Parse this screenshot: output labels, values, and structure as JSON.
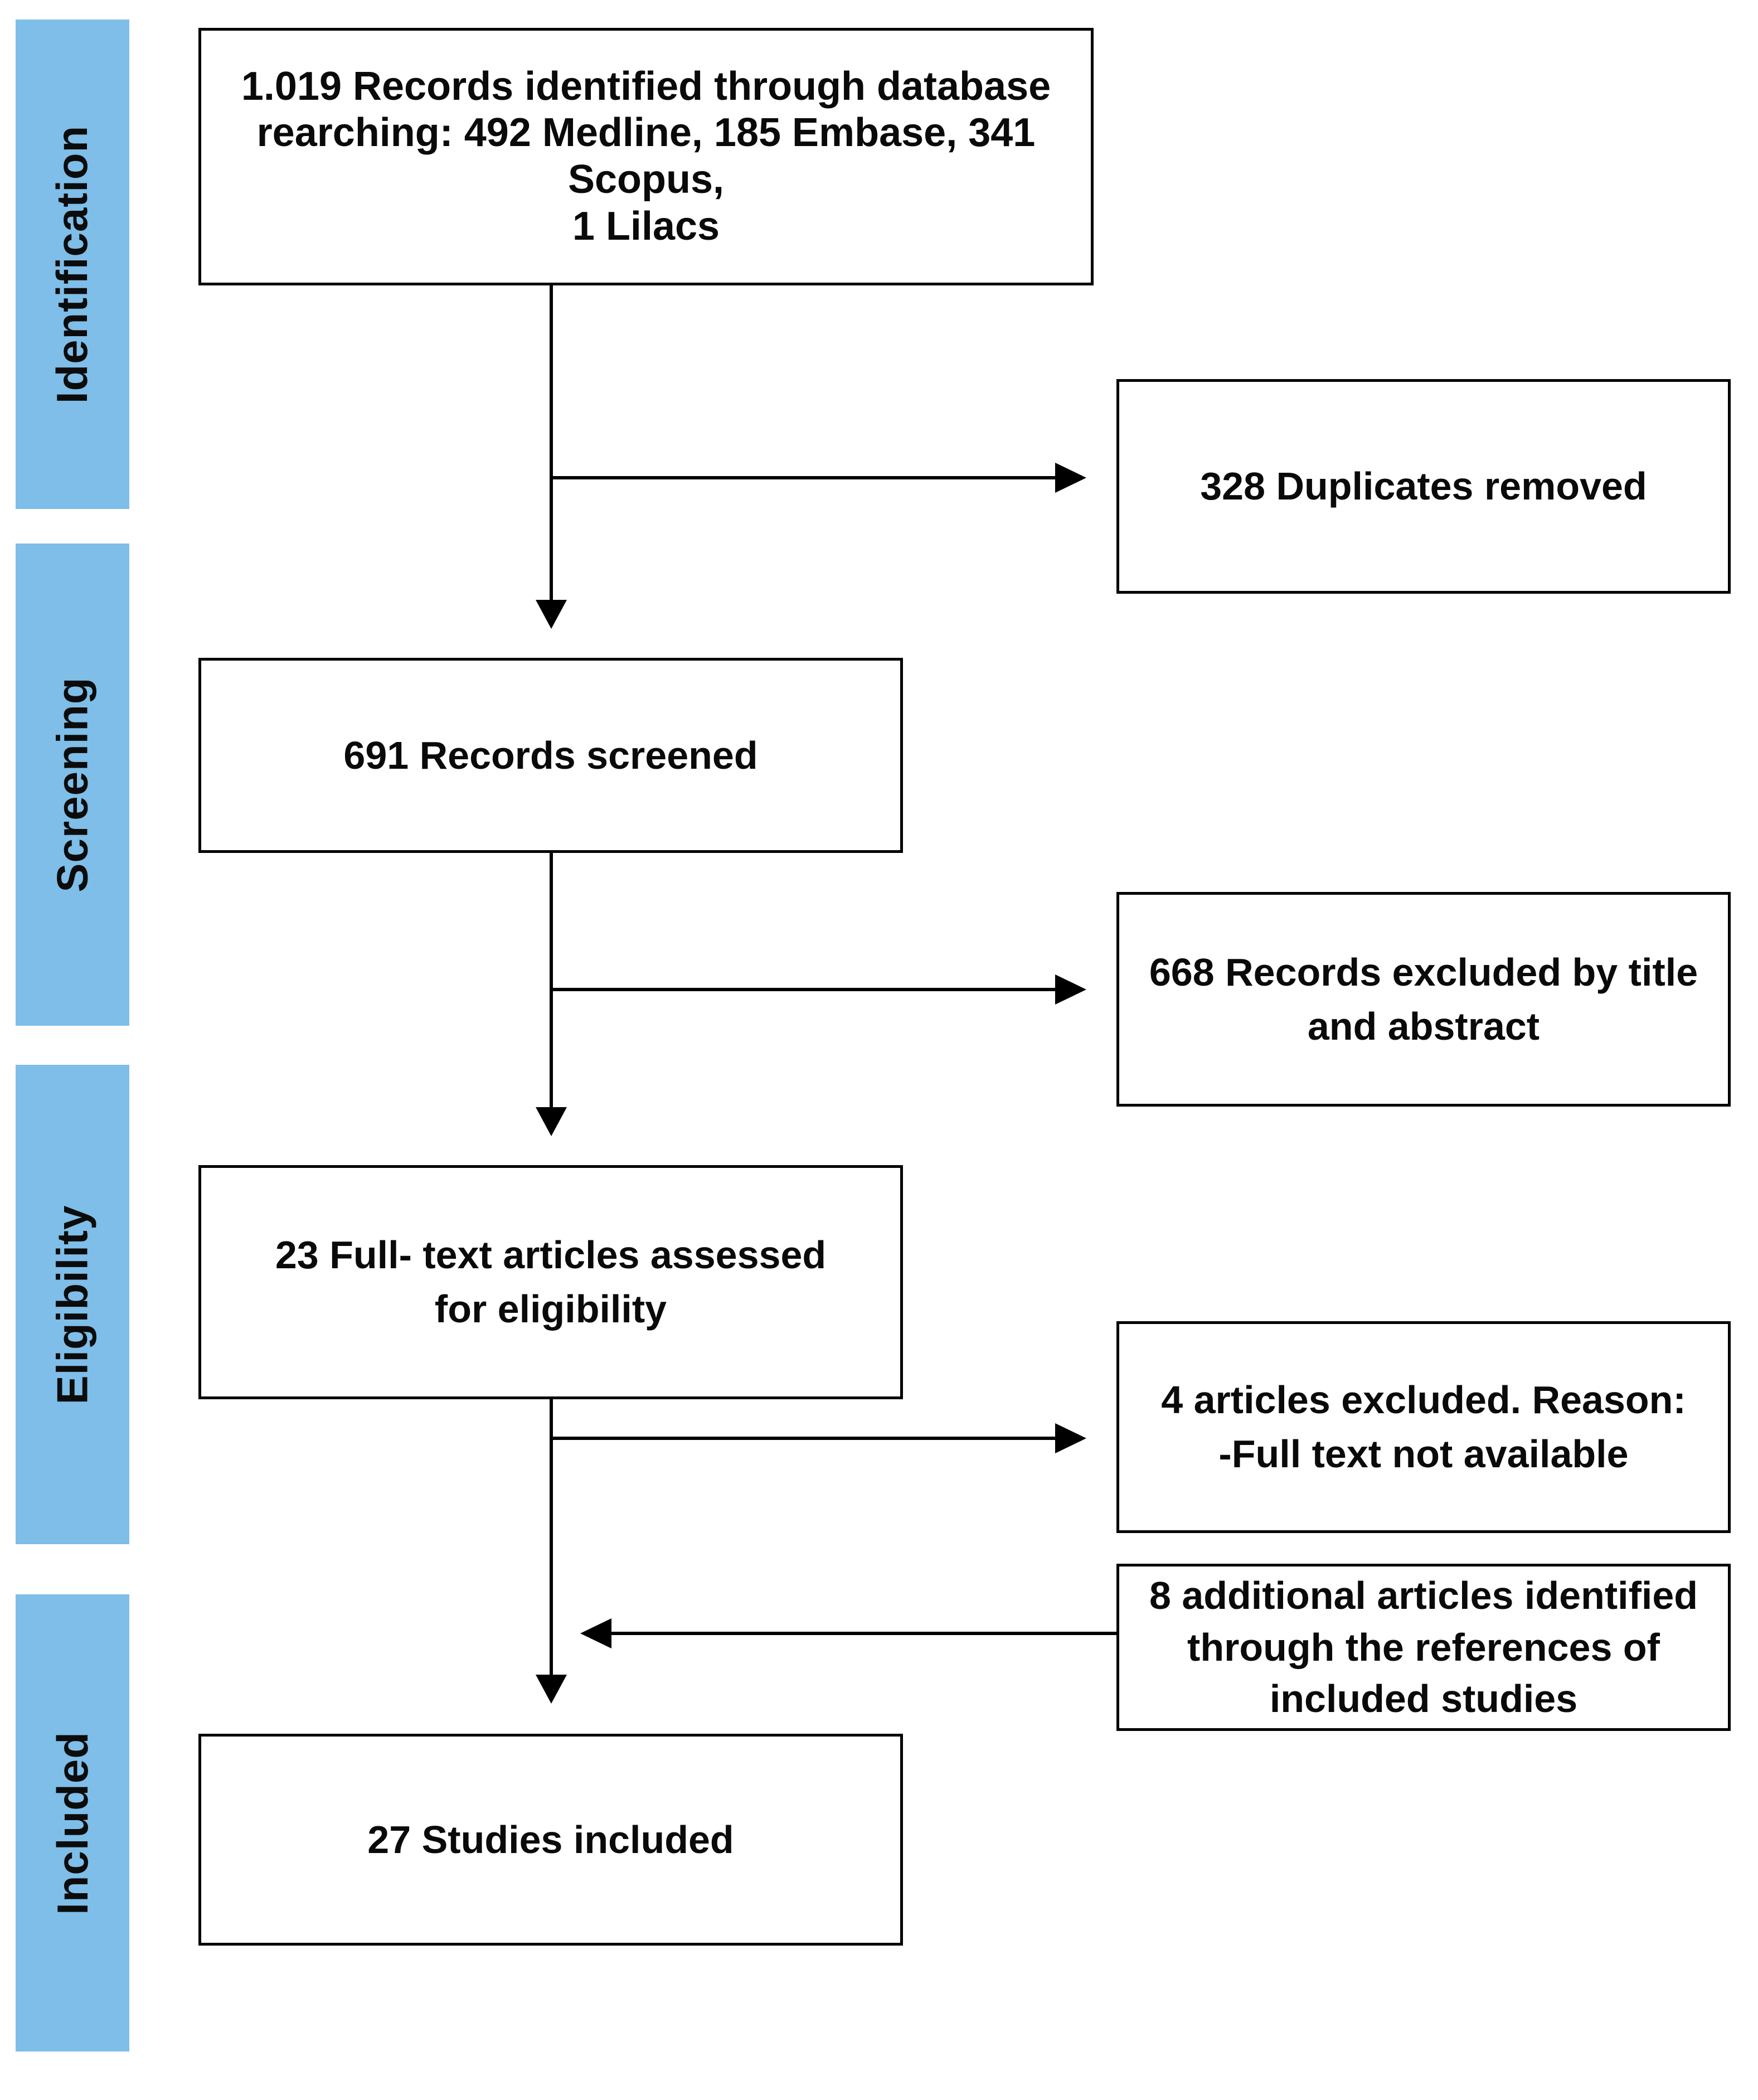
{
  "diagram": {
    "title": "PRISMA study selection flow diagram",
    "stages": [
      {
        "label": "Identification"
      },
      {
        "label": "Screening"
      },
      {
        "label": "Eligibility"
      },
      {
        "label": "Included"
      }
    ],
    "boxes": {
      "identified": "1.019 Records identified through database\nrearching: 492 Medline, 185 Embase, 341 Scopus,\n1 Lilacs",
      "duplicates_removed": "328 Duplicates removed",
      "records_screened": "691 Records screened",
      "records_excluded": "668 Records excluded by title\nand abstract",
      "fulltext_assessed": "23 Full- text articles assessed\nfor eligibility",
      "articles_excluded": "4 articles excluded. Reason:\n-Full text not available",
      "additional_articles": "8 additional articles identified\nthrough the references of\nincluded studies",
      "studies_included": "27 Studies included"
    },
    "colors": {
      "stage_fill": "#7EBEE8",
      "box_border": "#000000",
      "arrow": "#000000",
      "text": "#0A0A0A",
      "background": "#FFFFFF"
    }
  }
}
